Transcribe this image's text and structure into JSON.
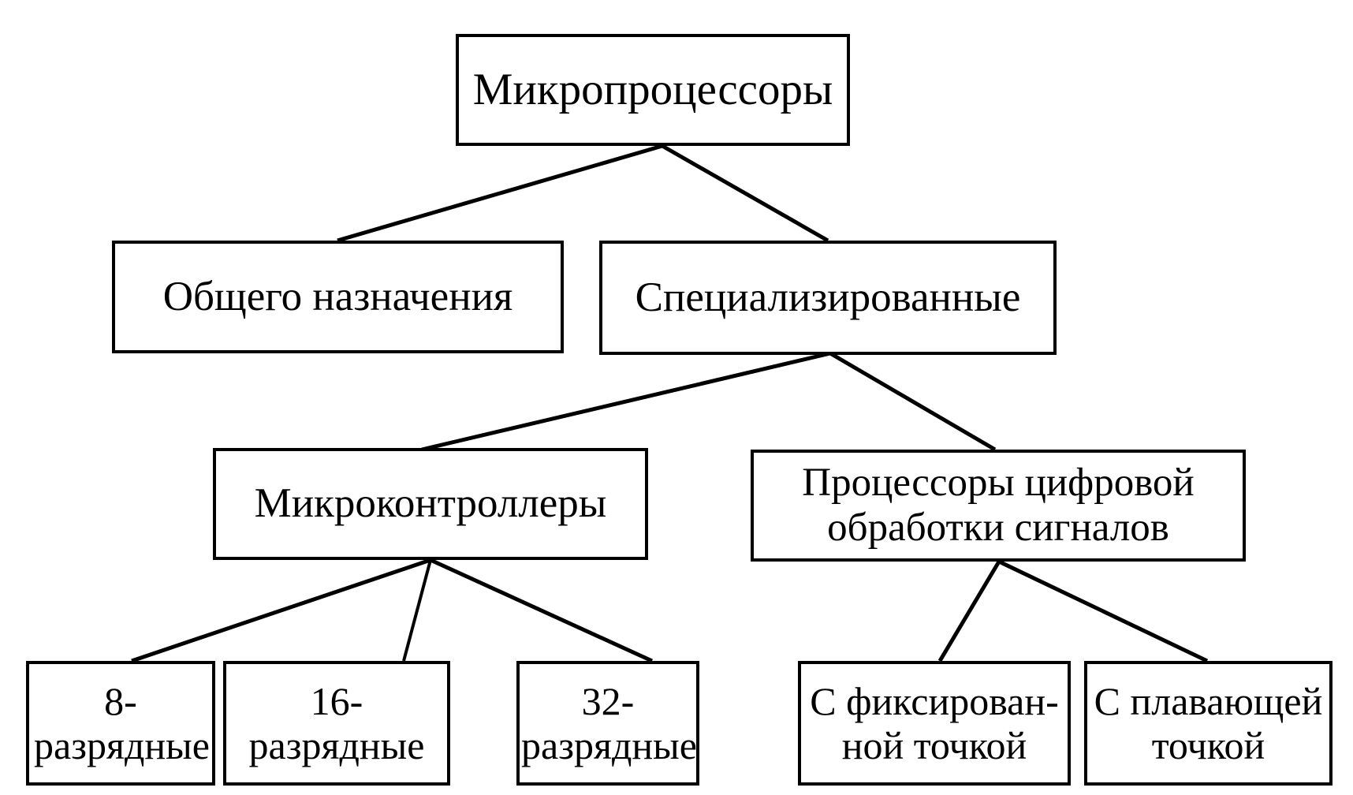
{
  "diagram": {
    "title": "Микропроцессоры",
    "type": "tree",
    "orientation": "top-down",
    "colors": {
      "background": "#ffffff",
      "box_border": "#000000",
      "box_fill": "#ffffff",
      "connector": "#000000",
      "text": "#000000"
    },
    "nodes": {
      "root": {
        "label": "Микропроцессоры",
        "level": 1
      },
      "general": {
        "label": "Общего назначения",
        "level": 2
      },
      "special": {
        "label": "Специализированные",
        "level": 2
      },
      "mcu": {
        "label": "Микроконтроллеры",
        "level": 3
      },
      "dsp": {
        "label": "Процессоры цифровой\nобработки сигналов",
        "level": 3
      },
      "bit8": {
        "label": "8-разрядные",
        "level": 4
      },
      "bit16": {
        "label": "16-разрядные",
        "level": 4
      },
      "bit32": {
        "label": "32-разрядные",
        "level": 4
      },
      "fixed": {
        "label": "С фиксирован-\nной точкой",
        "level": 4
      },
      "float": {
        "label": "С плавающей\nточкой",
        "level": 4
      }
    },
    "edges": [
      {
        "from": "root",
        "to": "general"
      },
      {
        "from": "root",
        "to": "special"
      },
      {
        "from": "special",
        "to": "mcu"
      },
      {
        "from": "special",
        "to": "dsp"
      },
      {
        "from": "mcu",
        "to": "bit8"
      },
      {
        "from": "mcu",
        "to": "bit16"
      },
      {
        "from": "mcu",
        "to": "bit32"
      },
      {
        "from": "dsp",
        "to": "fixed"
      },
      {
        "from": "dsp",
        "to": "float"
      }
    ]
  }
}
